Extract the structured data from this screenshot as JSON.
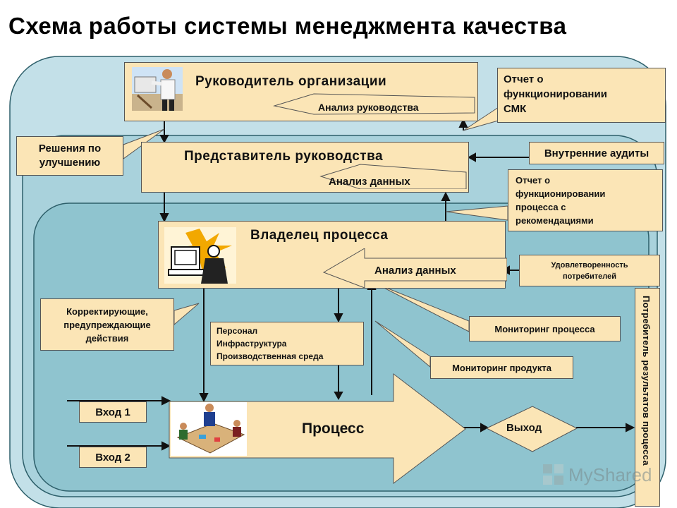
{
  "title": "Схема работы системы менеджмента качества",
  "nodes": {
    "head": "Руководитель организации",
    "head_review": "Анализ руководства",
    "rep": "Представитель руководства",
    "rep_analysis": "Анализ данных",
    "owner": "Владелец процесса",
    "owner_analysis": "Анализ данных",
    "process": "Процесс",
    "output": "Выход",
    "input1": "Вход 1",
    "input2": "Вход 2",
    "resources": [
      "Персонал",
      "Инфраструктура",
      "Производственная среда"
    ],
    "consumer": "Потребитель результатов процесса"
  },
  "callouts": {
    "report_qms": [
      "Отчет о",
      "функционировании",
      "СМК"
    ],
    "improvements": [
      "Решения по",
      "улучшению"
    ],
    "internal_audits": "Внутренние аудиты",
    "report_process": [
      "Отчет о",
      "функционировании",
      "процесса с",
      "рекомендациями"
    ],
    "satisfaction": [
      "Удовлетворенность",
      "потребителей"
    ],
    "corrective": [
      "Корректирующие,",
      "предупреждающие",
      "действия"
    ],
    "monitor_process": "Мониторинг процесса",
    "monitor_product": "Мониторинг продукта"
  },
  "watermark": "MyShared",
  "colors": {
    "box_fill": "#fbe5b6",
    "outer_band": "#c3e0e8",
    "middle_band": "#a9d2dc",
    "inner_band": "#8fc4cf"
  }
}
